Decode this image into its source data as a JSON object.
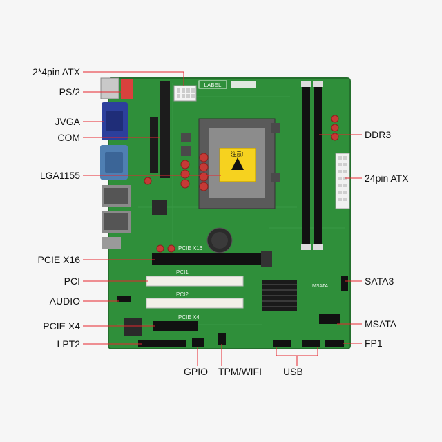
{
  "labels": {
    "atx8": "2*4pin ATX",
    "ps2": "PS/2",
    "jvga": "JVGA",
    "com": "COM",
    "lga": "LGA1155",
    "pcie16": "PCIE X16",
    "pci": "PCI",
    "audio": "AUDIO",
    "pcie4": "PCIE X4",
    "lpt2": "LPT2",
    "gpio": "GPIO",
    "tpm": "TPM/WIFI",
    "usb": "USB",
    "fp1": "FP1",
    "msata": "MSATA",
    "sata3": "SATA3",
    "atx24": "24pin ATX",
    "ddr3": "DDR3"
  },
  "silkscreen": {
    "label": "LABEL",
    "pcie_x16": "PCIE X16",
    "pci1": "PCI1",
    "pci2": "PCI2",
    "pcie_x4": "PCIE X4",
    "msata": "MSATA",
    "cpu_warning": "注意!"
  },
  "colors": {
    "pcb": "#2f8f3a",
    "pcb_dark": "#1f6a28",
    "leader": "#e5262f",
    "slot": "#111111",
    "white_slot": "#f2f0e8",
    "vga_blue": "#2c3f9c"
  }
}
